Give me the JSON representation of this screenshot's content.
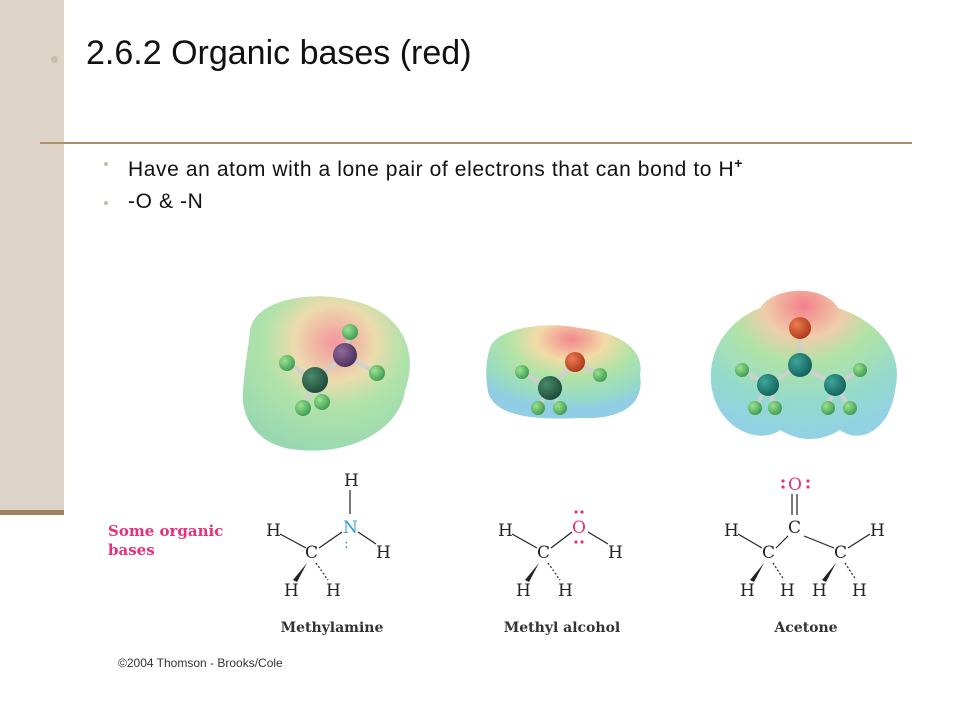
{
  "slide": {
    "title": "2.6.2 Organic bases (red)",
    "bullets": [
      {
        "text": "Have an atom with a lone pair of electrons that can bond to H",
        "sup": "+"
      },
      {
        "text": "-O & -N",
        "sup": ""
      }
    ]
  },
  "figure": {
    "side_label": "Some organic bases",
    "molecules": [
      {
        "name": "Methylamine",
        "heteroatom": "N",
        "heteroatom_color": "#2a9fd6"
      },
      {
        "name": "Methyl alcohol",
        "heteroatom": "O",
        "heteroatom_color": "#e8307a"
      },
      {
        "name": "Acetone",
        "heteroatom": "O",
        "heteroatom_color": "#e8307a"
      }
    ],
    "atom_labels": {
      "H": "H",
      "C": "C",
      "N": "N",
      "O": "O",
      "lone_pair": ":"
    },
    "credit": "©2004 Thomson - Brooks/Cole"
  }
}
